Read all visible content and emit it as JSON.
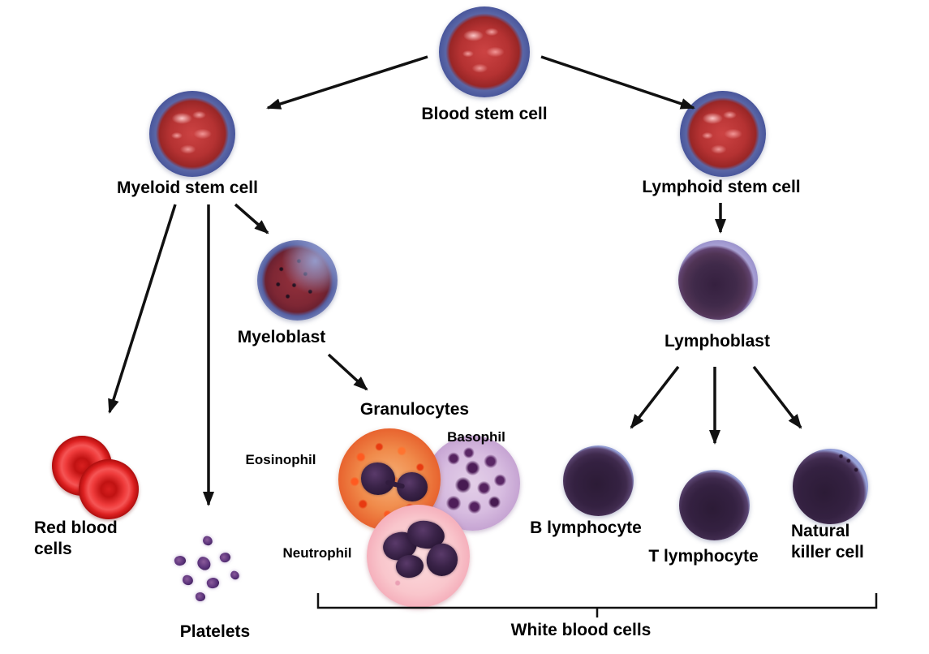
{
  "diagram": {
    "background_color": "#ffffff",
    "arrow_color": "#111111",
    "text_color": "#000000",
    "nodes": {
      "blood_stem_cell": {
        "label": "Blood stem cell"
      },
      "myeloid_stem_cell": {
        "label": "Myeloid stem cell"
      },
      "lymphoid_stem_cell": {
        "label": "Lymphoid stem cell"
      },
      "myeloblast": {
        "label": "Myeloblast"
      },
      "granulocytes": {
        "label": "Granulocytes"
      },
      "eosinophil": {
        "label": "Eosinophil"
      },
      "basophil": {
        "label": "Basophil"
      },
      "neutrophil": {
        "label": "Neutrophil"
      },
      "red_blood_cells": {
        "label": "Red blood cells"
      },
      "platelets": {
        "label": "Platelets"
      },
      "lymphoblast": {
        "label": "Lymphoblast"
      },
      "b_lymphocyte": {
        "label": "B lymphocyte"
      },
      "t_lymphocyte": {
        "label": "T lymphocyte"
      },
      "natural_killer_cell": {
        "label": "Natural killer cell"
      },
      "white_blood_cells_group": {
        "label": "White blood cells"
      }
    },
    "edges": [
      {
        "from": "blood_stem_cell",
        "to": "myeloid_stem_cell"
      },
      {
        "from": "blood_stem_cell",
        "to": "lymphoid_stem_cell"
      },
      {
        "from": "myeloid_stem_cell",
        "to": "red_blood_cells"
      },
      {
        "from": "myeloid_stem_cell",
        "to": "platelets"
      },
      {
        "from": "myeloid_stem_cell",
        "to": "myeloblast"
      },
      {
        "from": "myeloblast",
        "to": "granulocytes"
      },
      {
        "from": "lymphoid_stem_cell",
        "to": "lymphoblast"
      },
      {
        "from": "lymphoblast",
        "to": "b_lymphocyte"
      },
      {
        "from": "lymphoblast",
        "to": "t_lymphocyte"
      },
      {
        "from": "lymphoblast",
        "to": "natural_killer_cell"
      }
    ],
    "groups": [
      {
        "name": "white_blood_cells_group",
        "members": [
          "granulocytes",
          "b_lymphocyte",
          "t_lymphocyte",
          "natural_killer_cell"
        ]
      }
    ]
  }
}
